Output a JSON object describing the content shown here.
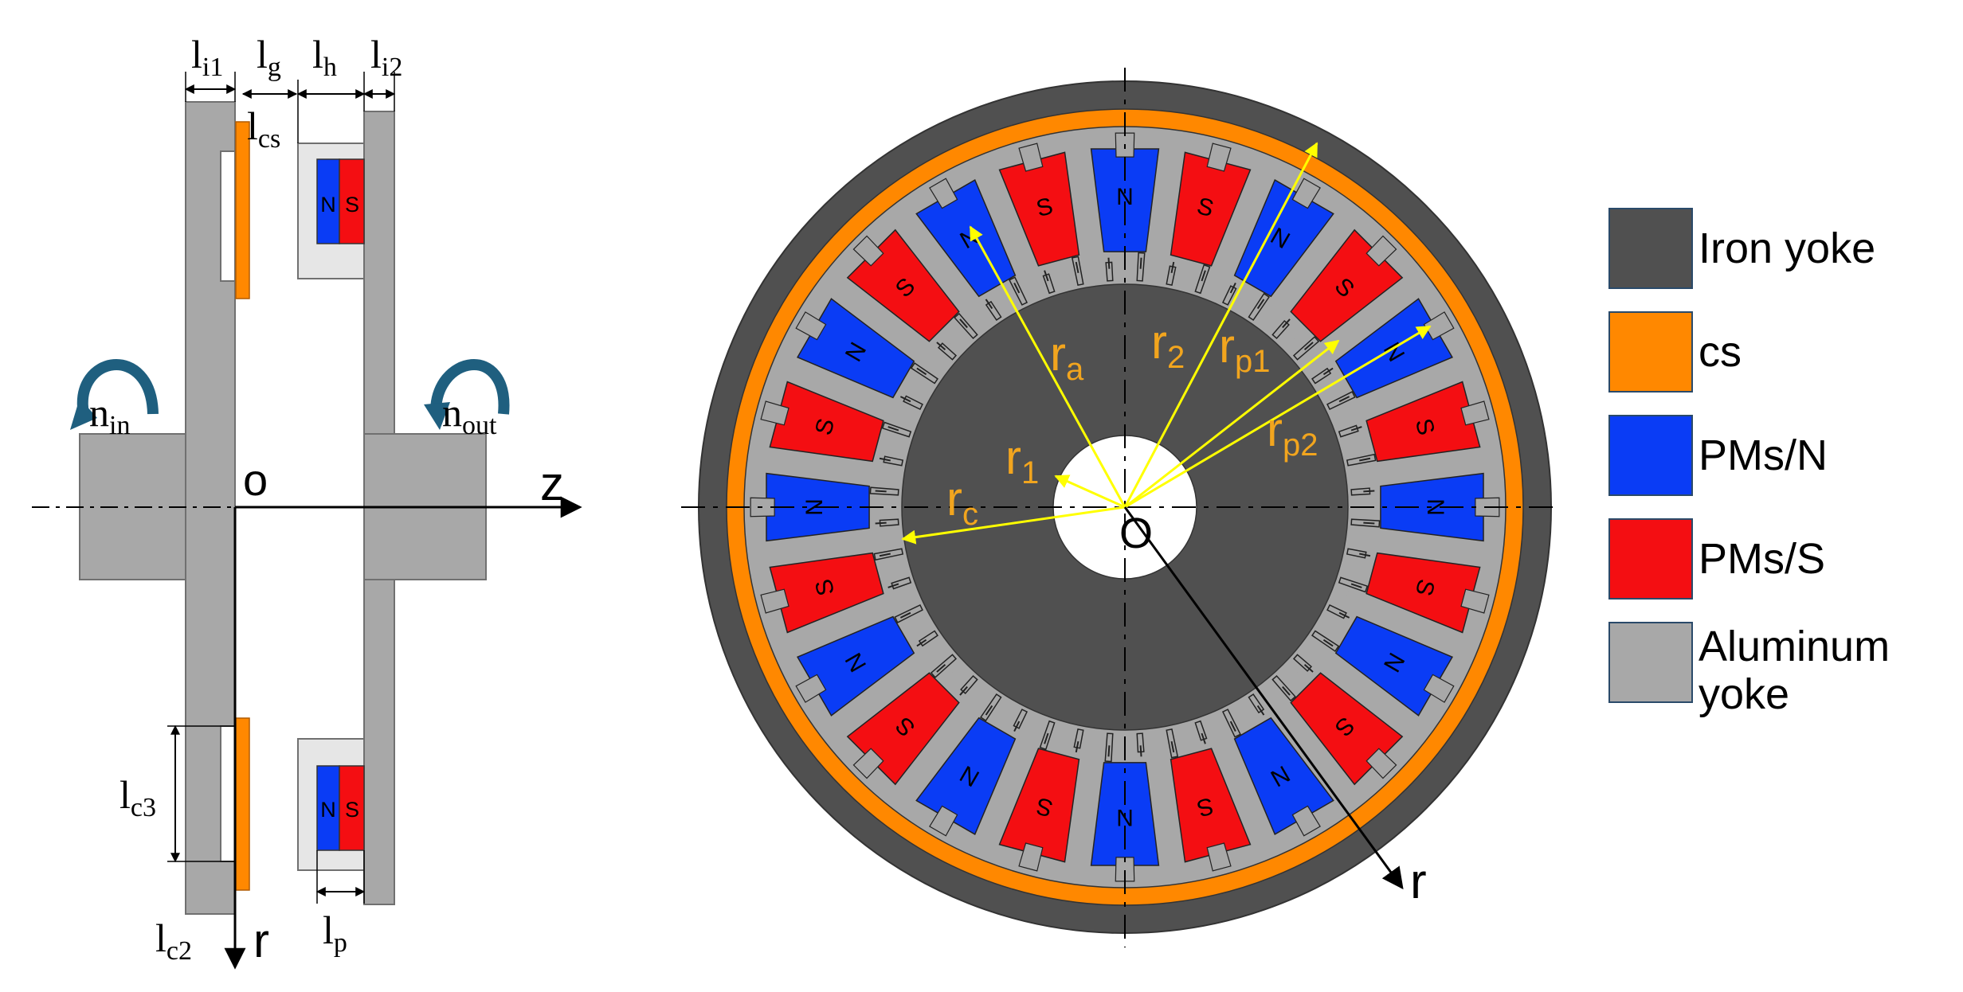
{
  "colors": {
    "iron_yoke": "#505050",
    "cs": "#ff8800",
    "pm_n": "#0a3cf5",
    "pm_s": "#f40e12",
    "aluminum_yoke": "#a8a8a8",
    "arrow_yellow": "#ffff00",
    "label_orange": "#f2a51e",
    "rotation_arrow": "#1f5f7f"
  },
  "side_view": {
    "dim_li1_main": "l",
    "dim_li1_sub": "i1",
    "dim_lg_main": "l",
    "dim_lg_sub": "g",
    "dim_lh_main": "l",
    "dim_lh_sub": "h",
    "dim_li2_main": "l",
    "dim_li2_sub": "i2",
    "dim_lcs_main": "l",
    "dim_lcs_sub": "cs",
    "magnet_n": "N",
    "magnet_s": "S",
    "speed_in_main": "n",
    "speed_in_sub": "in",
    "speed_out_main": "n",
    "speed_out_sub": "out",
    "origin": "o",
    "axis_z": "z",
    "axis_r": "r",
    "dim_lc3_main": "l",
    "dim_lc3_sub": "c3",
    "dim_lc2_main": "l",
    "dim_lc2_sub": "c2",
    "dim_lp_main": "l",
    "dim_lp_sub": "p"
  },
  "front_view": {
    "radius_a_main": "r",
    "radius_a_sub": "a",
    "radius_2_main": "r",
    "radius_2_sub": "2",
    "radius_p1_main": "r",
    "radius_p1_sub": "p1",
    "radius_p2_main": "r",
    "radius_p2_sub": "p2",
    "radius_1_main": "r",
    "radius_1_sub": "1",
    "radius_c_main": "r",
    "radius_c_sub": "c",
    "origin": "O",
    "axis_r": "r",
    "magnet_n": "N",
    "magnet_s": "S",
    "pole_count": 24,
    "slot_count": 48
  },
  "legend": {
    "items": [
      {
        "label": "Iron yoke",
        "color": "#505050"
      },
      {
        "label": "cs",
        "color": "#ff8800"
      },
      {
        "label": "PMs/N",
        "color": "#0a3cf5"
      },
      {
        "label": "PMs/S",
        "color": "#f40e12"
      },
      {
        "label": "Aluminum yoke",
        "color": "#a8a8a8"
      }
    ]
  }
}
